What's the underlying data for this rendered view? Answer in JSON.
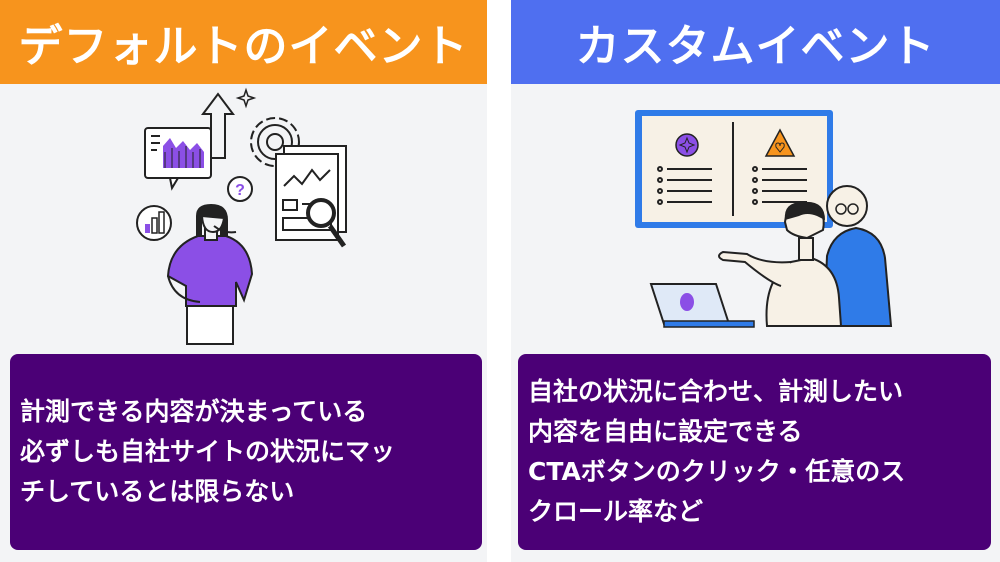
{
  "left": {
    "title": "デフォルトのイベント",
    "lines": [
      "計測できる内容が決まっている",
      "必ずしも自社サイトの状況にマッ",
      "チしているとは限らない"
    ],
    "question_mark": "?",
    "colors": {
      "header": "#f7941d",
      "box": "#4b0076",
      "accent": "#8b4fe6"
    },
    "icons": [
      "chart-board-icon",
      "up-arrow-icon",
      "gear-icon",
      "sparkle-icon",
      "question-icon",
      "report-icon",
      "magnifier-icon",
      "bar-chart-icon",
      "thinking-person-icon"
    ]
  },
  "right": {
    "title": "カスタムイベント",
    "lines": [
      "自社の状況に合わせ、計測したい",
      "内容を自由に設定できる",
      "CTAボタンのクリック・任意のス",
      "クロール率など"
    ],
    "colors": {
      "header": "#4f6ff0",
      "box": "#4b0076",
      "screen_frame": "#2f7be8"
    },
    "icons": [
      "presentation-screen-icon",
      "sparkle-badge-icon",
      "heart-triangle-icon",
      "laptop-icon",
      "presenter-person-icon",
      "listener-person-icon"
    ]
  }
}
